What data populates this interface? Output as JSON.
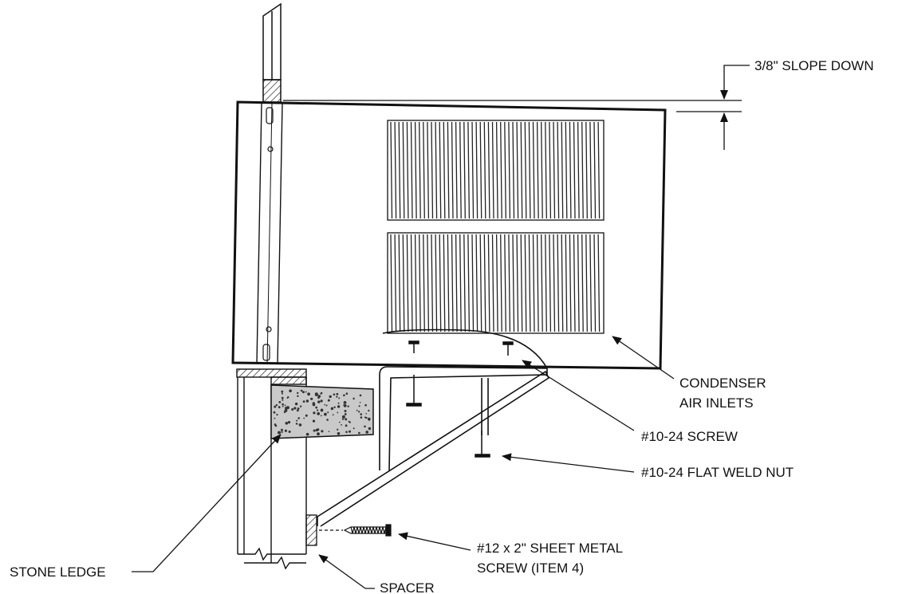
{
  "labels": {
    "slope": "3/8\" SLOPE DOWN",
    "condenser_line1": "CONDENSER",
    "condenser_line2": "AIR INLETS",
    "screw_1024": "#10-24 SCREW",
    "weld_nut": "#10-24 FLAT WELD NUT",
    "sheet_metal_line1": "#12 x 2\" SHEET METAL",
    "sheet_metal_line2": "SCREW (ITEM 4)",
    "stone_ledge": "STONE LEDGE",
    "spacer": "SPACER"
  },
  "colors": {
    "line": "#111111",
    "stone_fill": "#c9c9c9",
    "background": "#ffffff"
  }
}
